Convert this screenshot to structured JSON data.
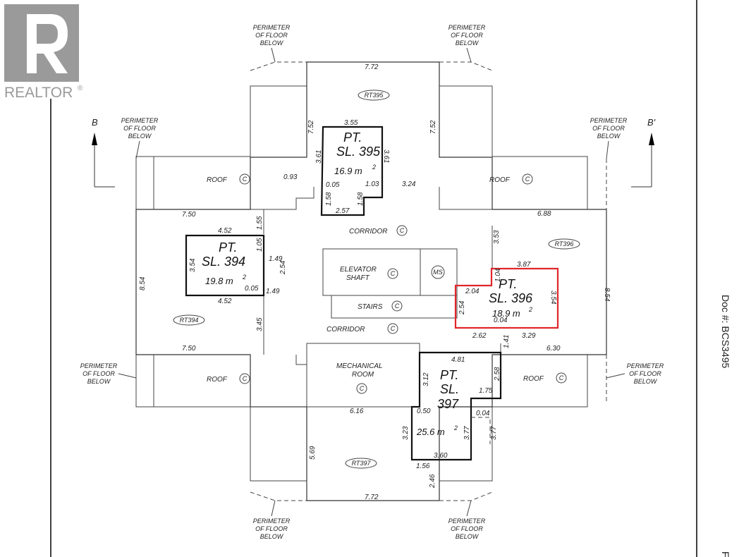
{
  "logo": {
    "brand": "REALTOR",
    "mark": "®"
  },
  "document_number": "Doc #: BCS3495",
  "edge_label": "F",
  "section_markers": {
    "left": "B",
    "right": "B'"
  },
  "perimeter_label": [
    "PERIMETER",
    "OF FLOOR",
    "BELOW"
  ],
  "rooms": {
    "roof": "ROOF",
    "corridor": "CORRIDOR",
    "elevator": [
      "ELEVATOR",
      "SHAFT"
    ],
    "stairs": "STAIRS",
    "mechanical": [
      "MECHANICAL",
      "ROOM"
    ],
    "ms": "MS",
    "common_symbol": "C"
  },
  "tags": {
    "rt394": "RT394",
    "rt395": "RT395",
    "rt396": "RT396",
    "rt397": "RT397"
  },
  "lots": {
    "sl394": {
      "pt": "PT.",
      "sl": "SL.  394",
      "area": "19.8  m",
      "sup": "2"
    },
    "sl395": {
      "pt": "PT.",
      "sl": "SL.  395",
      "area": "16.9  m",
      "sup": "2"
    },
    "sl396": {
      "pt": "PT.",
      "sl": "SL.  396",
      "area": "18.9  m",
      "sup": "2"
    },
    "sl397": {
      "pt": "PT.",
      "sl": "SL.",
      "num": "397",
      "area": "25.6  m",
      "sup": "2"
    }
  },
  "dims": {
    "d772_top": "7.72",
    "d752_l": "7.52",
    "d752_r": "7.52",
    "d355": "3.55",
    "d361_l": "3.61",
    "d361_r": "3.61",
    "d093": "0.93",
    "d005_a": "0.05",
    "d103": "1.03",
    "d158_a": "1.58",
    "d158_b": "1.58",
    "d257": "2.57",
    "d324": "3.24",
    "d750_top": "7.50",
    "d155": "1.55",
    "d452_top": "4.52",
    "d105": "1.05",
    "d149_a": "1.49",
    "d354_l": "3.54",
    "d254_a": "2.54",
    "d005_b": "0.05",
    "d149_b": "1.49",
    "d452_bot": "4.52",
    "d854_l": "8.54",
    "d345": "3.45",
    "d750_bot": "7.50",
    "d688": "6.88",
    "d353": "3.53",
    "d387": "3.87",
    "d104": "1.04",
    "d204": "2.04",
    "d254_b": "2.54",
    "d354_r": "3.54",
    "d004_a": "0.04",
    "d262": "2.62",
    "d141": "1.41",
    "d329": "3.29",
    "d630": "6.30",
    "d854_r": "8.54",
    "d481": "4.81",
    "d312": "3.12",
    "d258": "2.58",
    "d175": "1.75",
    "d050": "0.50",
    "d616": "6.16",
    "d004_b": "0.04",
    "d323": "3.23",
    "d377_a": "3.77",
    "d377_b": "3.77",
    "d569": "5.69",
    "d360": "3.60",
    "d156": "1.56",
    "d246": "2.46",
    "d772_bot": "7.72"
  }
}
